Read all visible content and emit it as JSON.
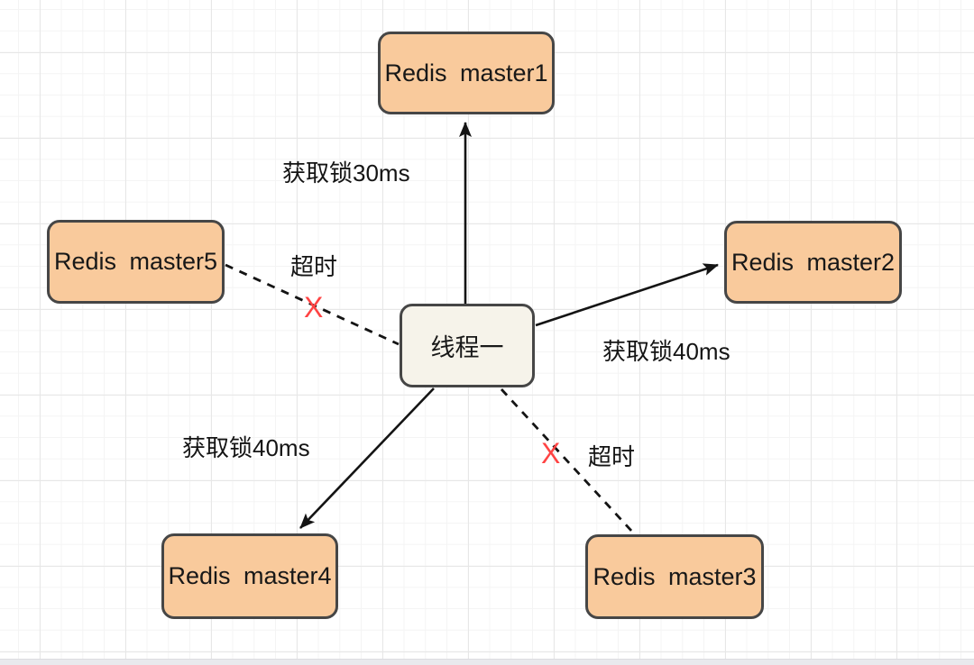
{
  "diagram": {
    "type": "flow-diagram",
    "nodes": {
      "master1": {
        "label": "Redis master1",
        "shape": "rounded-rect",
        "fill": "orange"
      },
      "master2": {
        "label": "Redis master2",
        "shape": "rounded-rect",
        "fill": "orange"
      },
      "master3": {
        "label": "Redis master3",
        "shape": "rounded-rect",
        "fill": "orange"
      },
      "master4": {
        "label": "Redis master4",
        "shape": "rounded-rect",
        "fill": "orange"
      },
      "master5": {
        "label": "Redis master5",
        "shape": "rounded-rect",
        "fill": "orange"
      },
      "thread": {
        "label": "线程一",
        "shape": "rounded-rect",
        "fill": "cream"
      }
    },
    "edges": [
      {
        "from": "线程一",
        "to": "Redis master1",
        "style": "solid-arrow",
        "label": "获取锁30ms"
      },
      {
        "from": "线程一",
        "to": "Redis master2",
        "style": "solid-arrow",
        "label": "获取锁40ms"
      },
      {
        "from": "线程一",
        "to": "Redis master4",
        "style": "solid-arrow",
        "label": "获取锁40ms"
      },
      {
        "from": "线程一",
        "to": "Redis master5",
        "style": "dashed-failed",
        "label": "超时",
        "mark": "X"
      },
      {
        "from": "线程一",
        "to": "Redis master3",
        "style": "dashed-failed",
        "label": "超时",
        "mark": "X"
      }
    ],
    "colors": {
      "node_fill": "#F9CA9C",
      "node_border": "#464646",
      "thread_fill": "#F6F3EA",
      "line": "#141414",
      "fail_x": "#FF4343"
    }
  }
}
